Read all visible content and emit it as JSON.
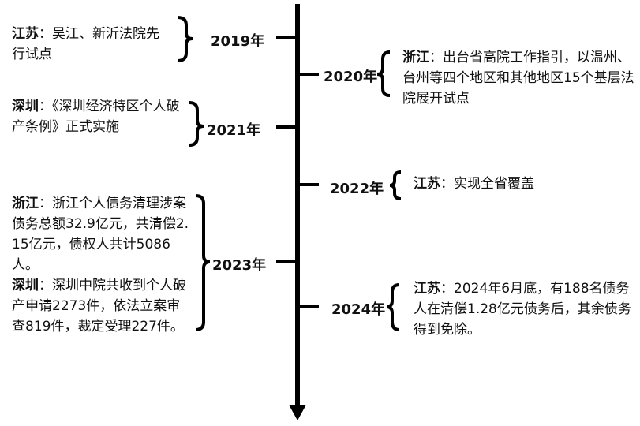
{
  "events": [
    {
      "year": "2019年",
      "region": "江苏",
      "sep": "：",
      "text": "吴江、新沂法院先行试点"
    },
    {
      "year": "2020年",
      "region": "浙江",
      "sep": "：",
      "text": "出台省高院工作指引，以温州、台州等四个地区和其他地区15个基层法院展开试点"
    },
    {
      "year": "2021年",
      "region": "深圳",
      "sep": "：",
      "text": "《深圳经济特区个人破产条例》正式实施"
    },
    {
      "year": "2022年",
      "region": "江苏",
      "sep": "：",
      "text": "实现全省覆盖"
    },
    {
      "year": "2023年",
      "region": "浙江",
      "sep": "：",
      "text": "浙江个人债务清理涉案债务总额32.9亿元，共清偿2.15亿元，债权人共计5086人。",
      "region2": "深圳",
      "sep2": "：",
      "text2": "深圳中院共收到个人破产申请2273件，依法立案审查819件，裁定受理227件。"
    },
    {
      "year": "2024年",
      "region": "江苏",
      "sep": "：",
      "text": "2024年6月底，有188名债务人在清偿1.28亿元债务后，其余债务得到免除。"
    }
  ]
}
